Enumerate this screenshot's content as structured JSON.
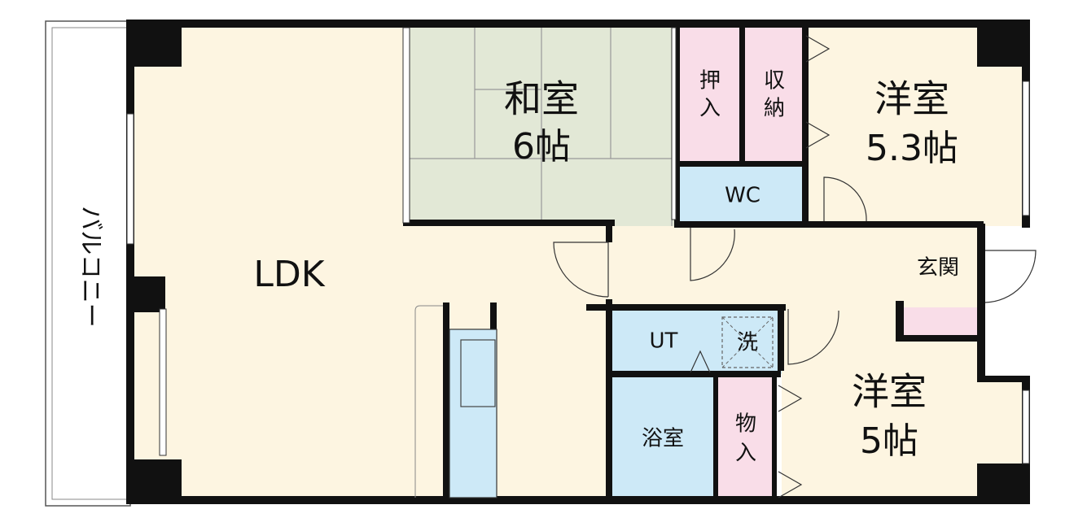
{
  "rooms": {
    "ldk": {
      "label": "LDK"
    },
    "washitsu": {
      "name": "和室",
      "size": "6帖"
    },
    "oshiire": {
      "label_line1": "押",
      "label_line2": "入"
    },
    "shuno": {
      "label_line1": "収",
      "label_line2": "納"
    },
    "youshitsu_north": {
      "name": "洋室",
      "size": "5.3帖"
    },
    "wc": {
      "label": "WC"
    },
    "genkan": {
      "label": "玄関"
    },
    "ut": {
      "label": "UT"
    },
    "washer": {
      "label": "洗"
    },
    "yokushitsu": {
      "label": "浴室"
    },
    "monoire": {
      "label_line1": "物",
      "label_line2": "入"
    },
    "youshitsu_south": {
      "name": "洋室",
      "size": "5帖"
    }
  },
  "balcony": {
    "label": "バルコニー"
  },
  "colors": {
    "floor": "#fdf5e1",
    "tatami": "#e2e8d6",
    "storage": "#f9dde8",
    "wet": "#cde9f7",
    "wall": "#111111"
  }
}
